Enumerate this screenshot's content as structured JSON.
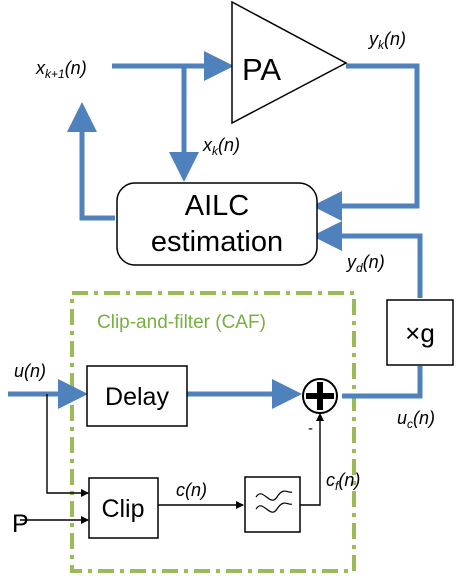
{
  "blocks": {
    "pa": "PA",
    "ailc_line1": "AILC",
    "ailc_line2": "estimation",
    "gain": "×g",
    "delay": "Delay",
    "clip": "Clip",
    "sum_minus": "-"
  },
  "signals": {
    "x_next_base": "x",
    "x_next_sub": "k+1",
    "x_next_arg": "(n)",
    "x_k_base": "x",
    "x_k_sub": "k",
    "x_k_arg": "(n)",
    "y_k_base": "y",
    "y_k_sub": "k",
    "y_k_arg": "(n)",
    "y_d_base": "y",
    "y_d_sub": "d",
    "y_d_arg": "(n)",
    "u": "u(n)",
    "u_c_base": "u",
    "u_c_sub": "c",
    "u_c_arg": "(n)",
    "c": "c(n)",
    "c_f_base": "c",
    "c_f_sub": "f",
    "c_f_arg": "(n)",
    "p": "P"
  },
  "region": {
    "caf_label": "Clip-and-filter (CAF)"
  },
  "colors": {
    "thick_wire": "#4f81bd",
    "caf_border": "#9bbb59",
    "caf_text": "#77b041",
    "line": "#000000"
  },
  "icons": {
    "filter": "lowpass-filter-icon",
    "sum": "summing-junction-icon"
  }
}
